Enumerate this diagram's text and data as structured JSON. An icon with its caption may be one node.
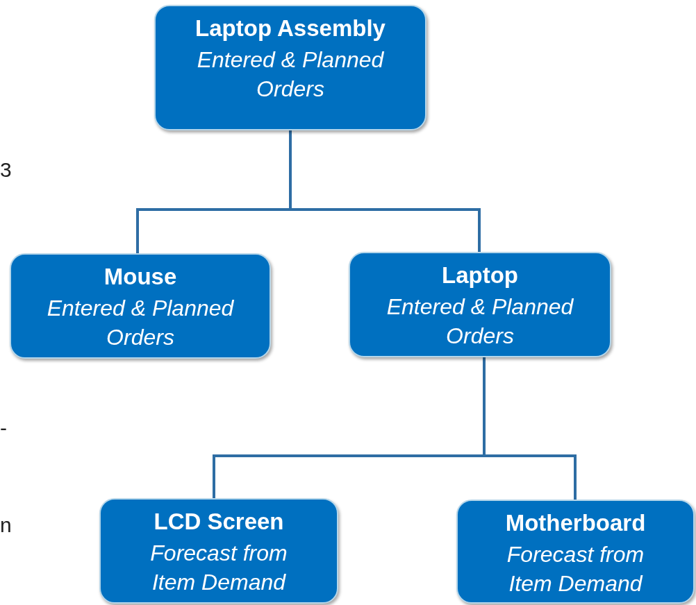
{
  "diagram": {
    "nodes": [
      {
        "text": [
          "Laptop Assembly",
          "Entered & Planned Orders"
        ]
      },
      {
        "text": [
          "Mouse",
          "Entered & Planned Orders"
        ]
      },
      {
        "text": [
          "Laptop",
          "Entered & Planned Orders"
        ]
      },
      {
        "text": [
          "LCD Screen",
          "Forecast from Item Demand"
        ]
      },
      {
        "text": [
          "Motherboard",
          "Forecast from Item Demand"
        ]
      }
    ],
    "edges": [
      {
        "from": 0,
        "to": 1,
        "arrow": "none"
      },
      {
        "from": 0,
        "to": 2,
        "arrow": "none"
      },
      {
        "from": 2,
        "to": 3,
        "arrow": "none"
      },
      {
        "from": 2,
        "to": 4,
        "arrow": "none"
      }
    ],
    "labels": [
      "3",
      "-",
      "n"
    ]
  }
}
